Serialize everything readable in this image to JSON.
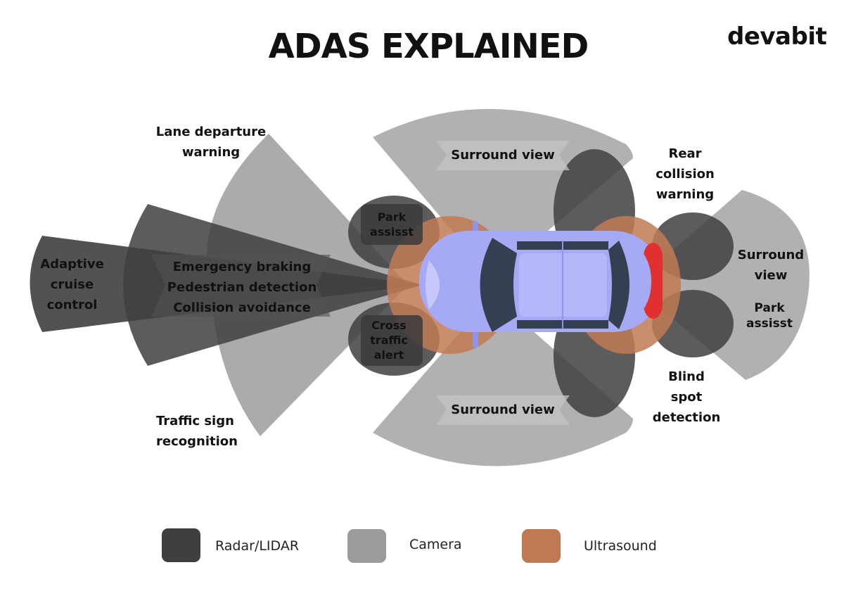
{
  "title": "ADAS EXPLAINED",
  "brand": "devabit",
  "zone_labels": {
    "lane_departure": [
      "Lane departure",
      "warning"
    ],
    "traffic_sign": [
      "Traffic sign",
      "recognition"
    ],
    "adaptive_cruise": [
      "Adaptive",
      "cruise",
      "control"
    ],
    "emergency": [
      "Emergency braking",
      "Pedestrian detection",
      "Collision avoidance"
    ],
    "park_assist_front": [
      "Park",
      "assisst"
    ],
    "cross_traffic": [
      "Cross",
      "traffic",
      "alert"
    ],
    "surround_top": "Surround view",
    "surround_bottom": "Surround view",
    "rear_collision": [
      "Rear",
      "collision",
      "warning"
    ],
    "blind_spot": [
      "Blind",
      "spot",
      "detection"
    ],
    "surround_right": [
      "Surround",
      "view"
    ],
    "park_assist_rear": [
      "Park",
      "assisst"
    ]
  },
  "legend": [
    {
      "label": "Radar/LIDAR",
      "color": "#3f3f42"
    },
    {
      "label": "Camera",
      "color": "#9d9b9c"
    },
    {
      "label": "Ultrasound",
      "color": "#c07a53"
    }
  ],
  "colors": {
    "radar": "#3f3f42",
    "camera": "#9d9b9c",
    "ultrasound": "#c07a53",
    "car_body": "#a6a9f3",
    "car_glass": "#363e52",
    "tail_light": "#e03030"
  }
}
